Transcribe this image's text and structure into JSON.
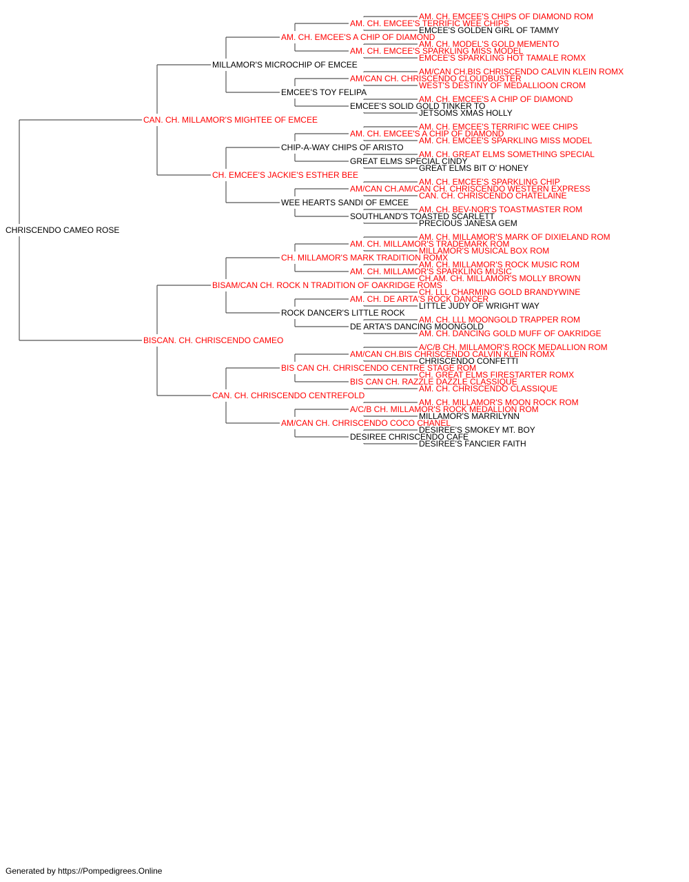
{
  "colors": {
    "champion": "#ff0000",
    "regular": "#000000",
    "line": "#555555"
  },
  "pedigree": {
    "name": "CHRISCENDO CAMEO ROSE",
    "champion": false,
    "sire": {
      "name": "CAN. CH. MILLAMOR'S MIGHTEE OF EMCEE",
      "champion": true,
      "sire": {
        "name": "MILLAMOR'S MICROCHIP OF EMCEE",
        "champion": false,
        "sire": {
          "name": "AM. CH. EMCEE'S A CHIP OF DIAMOND",
          "champion": true,
          "sire": {
            "name": "AM. CH. EMCEE'S TERRIFIC WEE CHIPS",
            "champion": true,
            "sire": {
              "name": "AM. CH. EMCEE'S CHIPS OF DIAMOND ROM",
              "champion": true
            },
            "dam": {
              "name": "EMCEE'S GOLDEN GIRL OF TAMMY",
              "champion": false
            }
          },
          "dam": {
            "name": "AM. CH. EMCEE'S SPARKLING MISS MODEL",
            "champion": true,
            "sire": {
              "name": "AM. CH. MODEL'S GOLD MEMENTO",
              "champion": true
            },
            "dam": {
              "name": "EMCEE'S SPARKLING HOT TAMALE ROMX",
              "champion": true
            }
          }
        },
        "dam": {
          "name": "EMCEE'S TOY FELIPA",
          "champion": false,
          "sire": {
            "name": "AM/CAN CH. CHRISCENDO CLOUDBUSTER",
            "champion": true,
            "sire": {
              "name": "AM/CAN CH.BIS CHRISCENDO CALVIN KLEIN ROMX",
              "champion": true
            },
            "dam": {
              "name": "WEST'S DESTINY OF MEDALLIOON CROM",
              "champion": true
            }
          },
          "dam": {
            "name": "EMCEE'S SOLID GOLD TINKER TO",
            "champion": false,
            "sire": {
              "name": "AM. CH. EMCEE'S A CHIP OF DIAMOND",
              "champion": true
            },
            "dam": {
              "name": "JETSOMS XMAS HOLLY",
              "champion": false
            }
          }
        }
      },
      "dam": {
        "name": "CH. EMCEE'S JACKIE'S ESTHER BEE",
        "champion": true,
        "sire": {
          "name": "CHIP-A-WAY CHIPS OF ARISTO",
          "champion": false,
          "sire": {
            "name": "AM. CH. EMCEE'S A CHIP OF DIAMOND",
            "champion": true,
            "sire": {
              "name": "AM. CH. EMCEE'S TERRIFIC WEE CHIPS",
              "champion": true
            },
            "dam": {
              "name": "AM. CH. EMCEE'S SPARKLING MISS MODEL",
              "champion": true
            }
          },
          "dam": {
            "name": "GREAT ELMS SPECIAL CINDY",
            "champion": false,
            "sire": {
              "name": "AM. CH. GREAT ELMS SOMETHING SPECIAL",
              "champion": true
            },
            "dam": {
              "name": "GREAT ELMS BIT O' HONEY",
              "champion": false
            }
          }
        },
        "dam": {
          "name": "WEE HEARTS SANDI OF EMCEE",
          "champion": false,
          "sire": {
            "name": "AM/CAN CH.AM/CAN CH. CHRISCENDO WESTERN EXPRESS",
            "champion": true,
            "sire": {
              "name": "AM. CH. EMCEE'S SPARKLING CHIP",
              "champion": true
            },
            "dam": {
              "name": "CAN. CH. CHRISCENDO CHATELAINE",
              "champion": true
            }
          },
          "dam": {
            "name": "SOUTHLAND'S TOASTED SCARLETT",
            "champion": false,
            "sire": {
              "name": "AM. CH. BEV-NOR'S TOASTMASTER ROM",
              "champion": true
            },
            "dam": {
              "name": "PRECIOUS JANESA GEM",
              "champion": false
            }
          }
        }
      }
    },
    "dam": {
      "name": "BISCAN. CH. CHRISCENDO CAMEO",
      "champion": true,
      "sire": {
        "name": "BISAM/CAN CH. ROCK N TRADITION OF OAKRIDGE ROMS",
        "champion": true,
        "sire": {
          "name": "CH. MILLAMOR'S MARK TRADITION ROMX",
          "champion": true,
          "sire": {
            "name": "AM. CH. MILLAMOR'S TRADEMARK ROM",
            "champion": true,
            "sire": {
              "name": "AM. CH. MILLAMOR'S MARK OF DIXIELAND ROM",
              "champion": true
            },
            "dam": {
              "name": "MILLAMOR'S MUSICAL BOX ROM",
              "champion": true
            }
          },
          "dam": {
            "name": "AM. CH. MILLAMOR'S SPARKLING MUSIC",
            "champion": true,
            "sire": {
              "name": "AM. CH. MILLAMOR'S ROCK MUSIC ROM",
              "champion": true
            },
            "dam": {
              "name": "CH.AM. CH. MILLAMOR'S MOLLY BROWN",
              "champion": true
            }
          }
        },
        "dam": {
          "name": "ROCK DANCER'S LITTLE ROCK",
          "champion": false,
          "sire": {
            "name": "AM. CH. DE ARTA'S ROCK DANCER",
            "champion": true,
            "sire": {
              "name": "CH. LLL CHARMING GOLD BRANDYWINE",
              "champion": true
            },
            "dam": {
              "name": "LITTLE JUDY OF WRIGHT WAY",
              "champion": false
            }
          },
          "dam": {
            "name": "DE ARTA'S DANCING MOONGOLD",
            "champion": false,
            "sire": {
              "name": "AM. CH. LLL MOONGOLD TRAPPER ROM",
              "champion": true
            },
            "dam": {
              "name": "AM. CH. DANCING GOLD MUFF OF OAKRIDGE",
              "champion": true
            }
          }
        }
      },
      "dam": {
        "name": "CAN. CH. CHRISCENDO CENTREFOLD",
        "champion": true,
        "sire": {
          "name": "BIS CAN CH. CHRISCENDO CENTRE STAGE ROM",
          "champion": true,
          "sire": {
            "name": "AM/CAN CH.BIS CHRISCENDO CALVIN KLEIN ROMX",
            "champion": true,
            "sire": {
              "name": "A/C/B CH. MILLAMOR'S ROCK MEDALLION ROM",
              "champion": true
            },
            "dam": {
              "name": "CHRISCENDO CONFETTI",
              "champion": false
            }
          },
          "dam": {
            "name": "BIS CAN CH. RAZZLE DAZZLE CLASSIQUE",
            "champion": true,
            "sire": {
              "name": "CH. GREAT ELMS FIRESTARTER ROMX",
              "champion": true
            },
            "dam": {
              "name": "AM. CH. CHRISCENDO CLASSIQUE",
              "champion": true
            }
          }
        },
        "dam": {
          "name": "AM/CAN CH. CHRISCENDO COCO CHANEL",
          "champion": true,
          "sire": {
            "name": "A/C/B CH. MILLAMOR'S ROCK MEDALLION ROM",
            "champion": true,
            "sire": {
              "name": "AM. CH. MILLAMOR'S MOON ROCK ROM",
              "champion": true
            },
            "dam": {
              "name": "MILLAMOR'S MARRILYNN",
              "champion": false
            }
          },
          "dam": {
            "name": "DESIREE CHRISCENDO CAFE",
            "champion": false,
            "sire": {
              "name": "DESIREE'S SMOKEY MT. BOY",
              "champion": false
            },
            "dam": {
              "name": "DESIREE'S FANCIER FAITH",
              "champion": false
            }
          }
        }
      }
    }
  },
  "footer": {
    "text": "Generated by https://Pompedigrees.Online"
  }
}
